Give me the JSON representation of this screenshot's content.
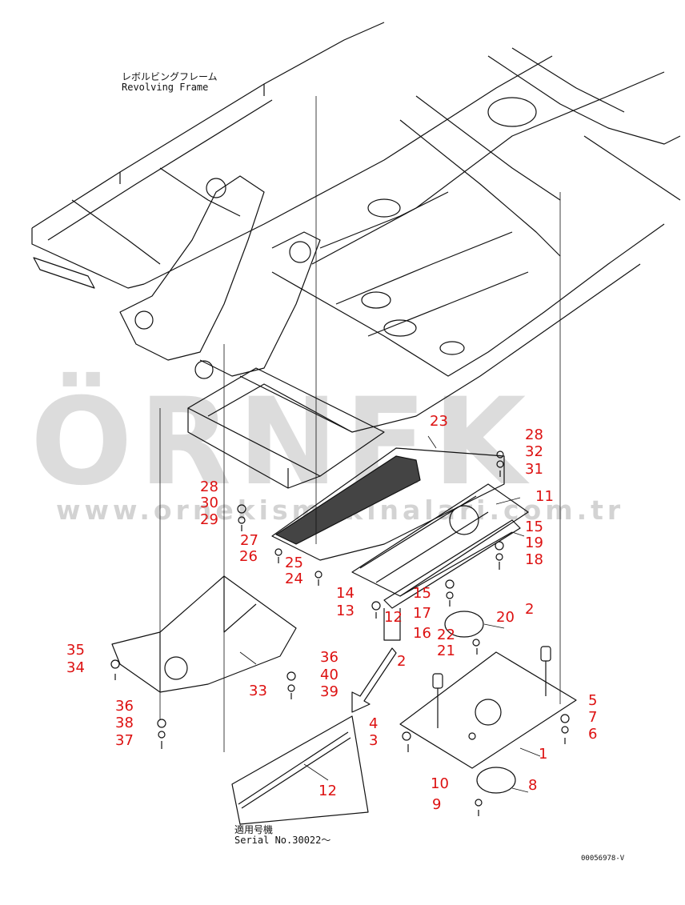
{
  "watermark": {
    "brand": "ÖRNEK",
    "url": "www.ornekismakinalari.com.tr"
  },
  "frame_label": {
    "jp": "レボルビングフレーム",
    "en": "Revolving Frame"
  },
  "serial_label": {
    "jp": "適用号機",
    "en": "Serial No.30022～"
  },
  "drawing_code": "00056978-V",
  "callouts": [
    "23",
    "28",
    "32",
    "31",
    "11",
    "15",
    "19",
    "18",
    "28",
    "30",
    "29",
    "27",
    "26",
    "25",
    "24",
    "14",
    "13",
    "12",
    "15",
    "17",
    "16",
    "22",
    "21",
    "20",
    "2",
    "2",
    "35",
    "34",
    "33",
    "36",
    "40",
    "39",
    "36",
    "38",
    "37",
    "4",
    "3",
    "12",
    "1",
    "5",
    "7",
    "6",
    "10",
    "9",
    "8"
  ]
}
